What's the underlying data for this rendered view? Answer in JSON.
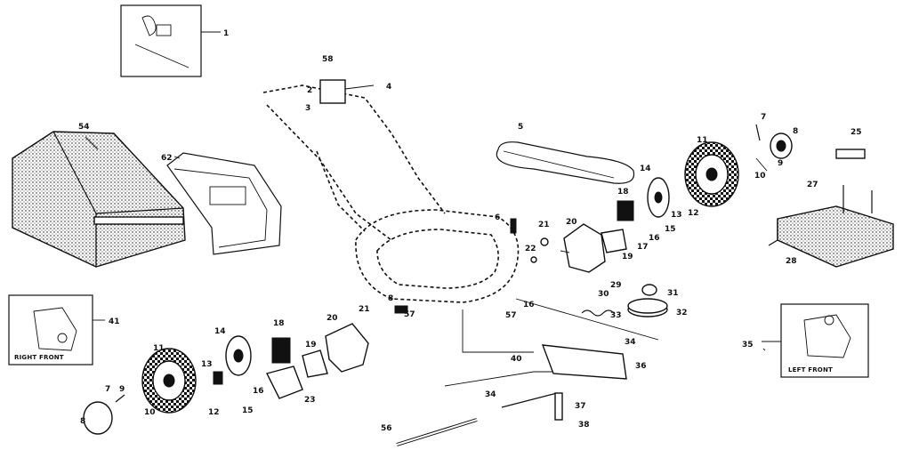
{
  "diagram": {
    "callouts": {
      "c1": "1",
      "c2": "2",
      "c3": "3",
      "c4": "4",
      "c5": "5",
      "c6": "6",
      "c7a": "7",
      "c7b": "7",
      "c8a": "8",
      "c8b": "8",
      "c8c": "8",
      "c9a": "9",
      "c9b": "9",
      "c10a": "10",
      "c10b": "10",
      "c11a": "11",
      "c11b": "11",
      "c12a": "12",
      "c12b": "12",
      "c13a": "13",
      "c13b": "13",
      "c14a": "14",
      "c14b": "14",
      "c15a": "15",
      "c15b": "15",
      "c16a": "16",
      "c16b": "16",
      "c17": "17",
      "c18a": "18",
      "c18b": "18",
      "c19a": "19",
      "c19b": "19",
      "c20a": "20",
      "c20b": "20",
      "c21a": "21",
      "c21b": "21",
      "c22": "22",
      "c23": "23",
      "c25": "25",
      "c27": "27",
      "c28": "28",
      "c29": "29",
      "c30": "30",
      "c31": "31",
      "c32": "32",
      "c33": "33",
      "c34a": "34",
      "c34b": "34",
      "c35": "35",
      "c36": "36",
      "c37": "37",
      "c38": "38",
      "c40": "40",
      "c41": "41",
      "c54": "54",
      "c56": "56",
      "c57a": "57",
      "c57b": "57",
      "c58": "58",
      "c62": "62"
    },
    "inset_captions": {
      "right_front": "RIGHT FRONT",
      "left_front": "LEFT FRONT"
    }
  }
}
